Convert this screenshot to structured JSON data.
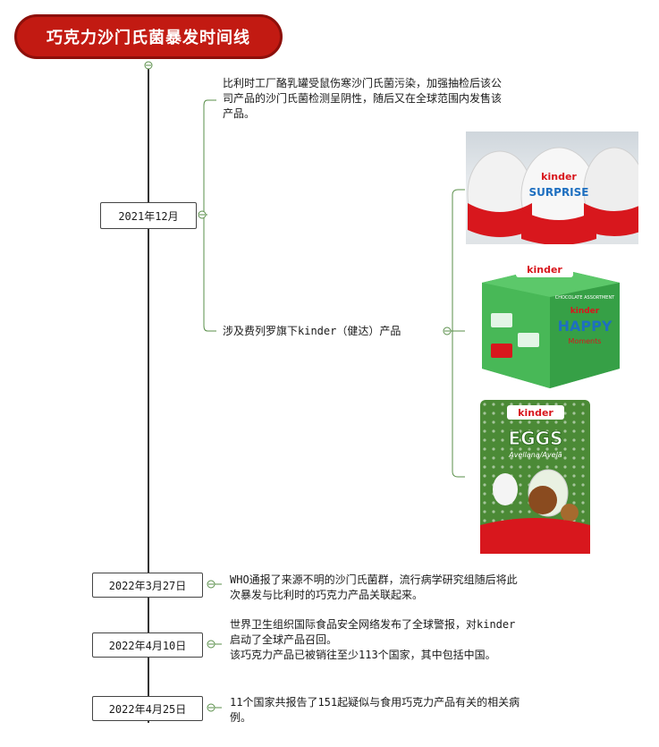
{
  "title": "巧克力沙门氏菌暴发时间线",
  "events": [
    {
      "date": "2021年12月",
      "notes": [
        "比利时工厂酪乳罐受鼠伤寒沙门氏菌污染，加强抽检后该公\n司产品的沙门氏菌检测呈阴性，随后又在全球范围内发售该\n产品。",
        "涉及费列罗旗下kinder（健达）产品"
      ]
    },
    {
      "date": "2022年3月27日",
      "notes": [
        "WHO通报了来源不明的沙门氏菌群，流行病学研究组随后将此\n次暴发与比利时的巧克力产品关联起来。"
      ]
    },
    {
      "date": "2022年4月10日",
      "notes": [
        "世界卫生组织国际食品安全网络发布了全球警报，对kinder\n启动了全球产品召回。\n该巧克力产品已被销往至少113个国家，其中包括中国。"
      ]
    },
    {
      "date": "2022年4月25日",
      "notes": [
        "11个国家共报告了151起疑似与食用巧克力产品有关的相关病\n例。"
      ]
    }
  ],
  "products": {
    "surprise": {
      "brand": "kinder",
      "name": "SURPRISE"
    },
    "happy": {
      "brand": "kinder",
      "name": "HAPPY",
      "sub": "Moments",
      "band": "CHOCOLATE ASSORTMENT"
    },
    "eggs": {
      "brand": "kinder",
      "name": "EGGS",
      "sub": "Avellana/Avelã"
    }
  },
  "colors": {
    "title_bg": "#c21a12",
    "connector": "#5a8f4a",
    "trunk": "#333333",
    "kinder_red": "#d8171d",
    "happy_green": "#3aa64a",
    "eggs_green": "#4b8a36"
  }
}
